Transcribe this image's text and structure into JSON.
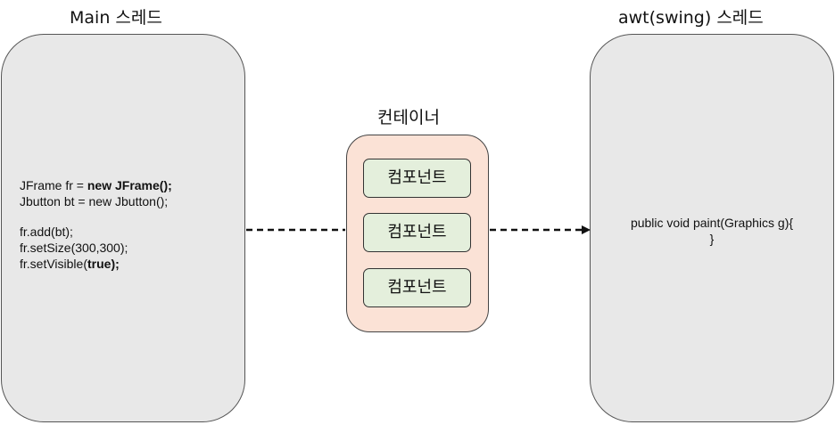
{
  "main_thread": {
    "title": "Main 스레드",
    "code": {
      "line1_plain": "JFrame fr = ",
      "line1_bold": "new JFrame();",
      "line2": "Jbutton bt = new Jbutton();",
      "line3": "fr.add(bt);",
      "line4": "fr.setSize(300,300);",
      "line5_plain": "fr.setVisible(",
      "line5_bold": "true);"
    }
  },
  "container": {
    "title": "컨테이너",
    "components": [
      "컴포넌트",
      "컴포넌트",
      "컴포넌트"
    ]
  },
  "awt_thread": {
    "title": "awt(swing) 스레드",
    "code": {
      "line1": "public void paint(Graphics g){",
      "line2": "}"
    }
  },
  "colors": {
    "thread_panel_fill": "#e8e8e8",
    "container_fill": "#fbe2d6",
    "component_fill": "#e4efdc",
    "connector_line": "#111111"
  }
}
